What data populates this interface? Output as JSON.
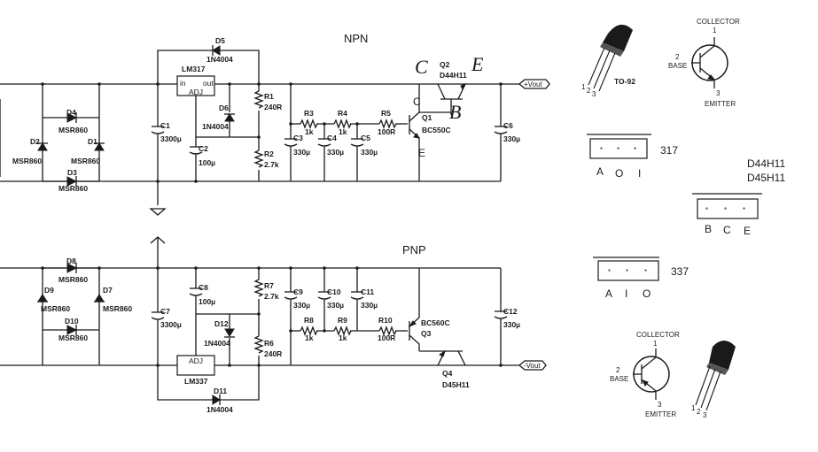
{
  "titles": {
    "npn": "NPN",
    "pnp": "PNP"
  },
  "annotations": {
    "c_top": "C",
    "e_top": "E",
    "b_top": "B"
  },
  "npn": {
    "regulator": {
      "name": "LM317",
      "in": "in",
      "out": "out",
      "adj": "ADJ"
    },
    "diodes": {
      "D4": "D4",
      "D4v": "MSR860",
      "D2": "D2",
      "D2v": "MSR860",
      "D1": "D1",
      "D1v": "MSR860",
      "D3": "D3",
      "D3v": "MSR860",
      "D5": "D5",
      "D5v": "1N4004",
      "D6": "D6",
      "D6v": "1N4004"
    },
    "caps": {
      "C1": "C1",
      "C1v": "3300µ",
      "C2": "C2",
      "C2v": "100µ",
      "C3": "C3",
      "C3v": "330µ",
      "C4": "C4",
      "C4v": "330µ",
      "C5": "C5",
      "C5v": "330µ",
      "C6": "C6",
      "C6v": "330µ"
    },
    "res": {
      "R1": "R1",
      "R1v": "240R",
      "R2": "R2",
      "R2v": "2.7k",
      "R3": "R3",
      "R3v": "1k",
      "R4": "R4",
      "R4v": "1k",
      "R5": "R5",
      "R5v": "100R"
    },
    "trans": {
      "Q1": "Q1",
      "Q1v": "BC550C",
      "Q2": "Q2",
      "Q2v": "D44H11",
      "C": "C",
      "E": "E"
    },
    "out": "+Vout"
  },
  "pnp": {
    "regulator": {
      "name": "LM337",
      "adj": "ADJ"
    },
    "diodes": {
      "D8": "D8",
      "D8v": "MSR860",
      "D9": "D9",
      "D9v": "MSR860",
      "D7": "D7",
      "D7v": "MSR860",
      "D10": "D10",
      "D10v": "MSR860",
      "D11": "D11",
      "D11v": "1N4004",
      "D12": "D12",
      "D12v": "1N4004"
    },
    "caps": {
      "C7": "C7",
      "C7v": "3300µ",
      "C8": "C8",
      "C8v": "100µ",
      "C9": "C9",
      "C9v": "330µ",
      "C10": "C10",
      "C10v": "330µ",
      "C11": "C11",
      "C11v": "330µ",
      "C12": "C12",
      "C12v": "330µ"
    },
    "res": {
      "R6": "R6",
      "R6v": "240R",
      "R7": "R7",
      "R7v": "2.7k",
      "R8": "R8",
      "R8v": "1k",
      "R9": "R9",
      "R9v": "1k",
      "R10": "R10",
      "R10v": "100R"
    },
    "trans": {
      "Q3": "Q3",
      "Q3v": "BC560C",
      "Q4": "Q4",
      "Q4v": "D45H11"
    },
    "out": "-Vout"
  },
  "legend": {
    "to92": "TO-92",
    "pins": [
      "1",
      "2",
      "3"
    ],
    "collector": "COLLECTOR",
    "base": "BASE",
    "emitter": "EMITTER",
    "p317": "317",
    "p317pins": [
      "A",
      "O",
      "I"
    ],
    "p337": "337",
    "p337pins": [
      "A",
      "I",
      "O"
    ],
    "d44": "D44H11",
    "d45": "D45H11",
    "bce": [
      "B",
      "C",
      "E"
    ],
    "star": "*"
  }
}
